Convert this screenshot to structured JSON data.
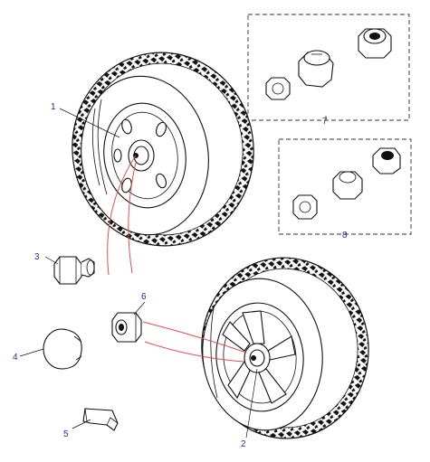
{
  "callouts": {
    "c1": "1",
    "c2": "2",
    "c3": "3",
    "c4": "4",
    "c5": "5",
    "c6": "6",
    "c7": "7",
    "c8": "8"
  },
  "colors": {
    "callout_text": "#2a2aa8",
    "linework": "#111111",
    "red_leader": "#e05050",
    "background": "#ffffff"
  },
  "icons": {
    "wheel_top": "steel-wheel-with-tyre-icon",
    "wheel_bottom": "alloy-wheel-with-tyre-icon",
    "wheel_nut": "wheel-nut-icon",
    "centre_cap": "centre-cap-icon",
    "locking_nut_set": "locking-wheel-nut-set-icon",
    "nut_adaptor": "nut-adaptor-icon",
    "balance_weight": "balance-weight-icon"
  }
}
